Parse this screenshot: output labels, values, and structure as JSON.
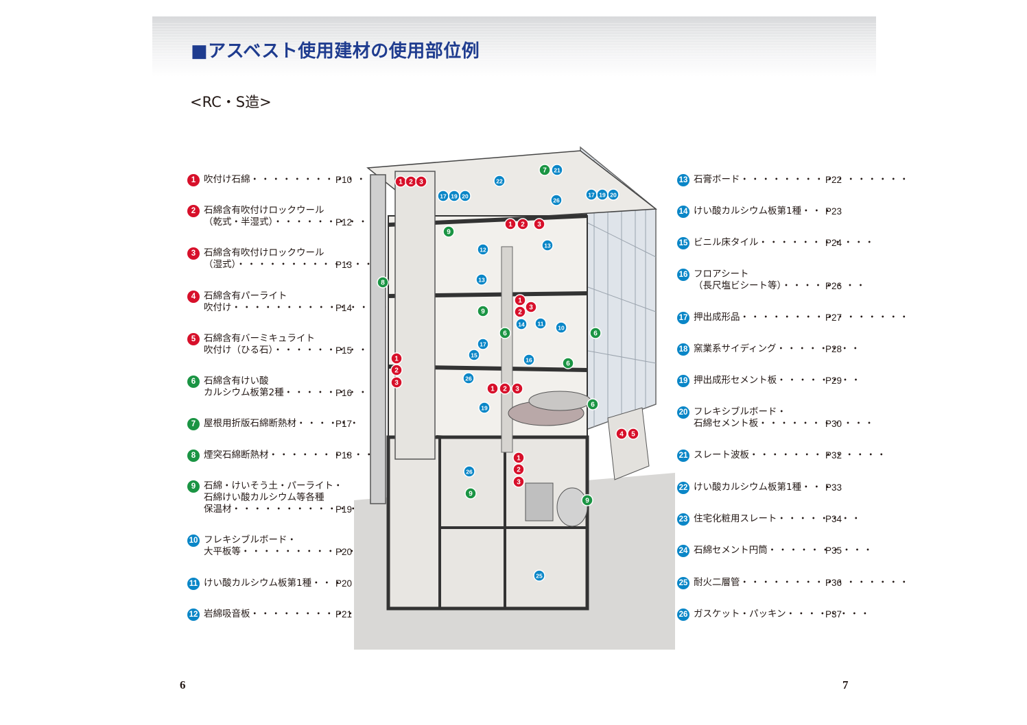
{
  "header": {
    "title": "■アスベスト使用建材の使用部位例",
    "subtitle": "<RC・S造>"
  },
  "colors": {
    "red": "#d7102a",
    "green": "#1a9443",
    "blue": "#0a86c7",
    "title": "#1f3c8f"
  },
  "left_items": [
    {
      "num": "1",
      "color": "red",
      "lines": [
        "吹付け石綿"
      ],
      "dots": "・・・・・・・・・・・・・・・・",
      "page": "P10"
    },
    {
      "num": "2",
      "color": "red",
      "lines": [
        "石綿含有吹付けロックウール",
        "（乾式・半湿式）"
      ],
      "dots": "・・・・・・・・・・・・",
      "page": "P12"
    },
    {
      "num": "3",
      "color": "red",
      "lines": [
        "石綿含有吹付けロックウール",
        "（湿式）"
      ],
      "dots": "・・・・・・・・・・・・・・・・・・・",
      "page": "P13"
    },
    {
      "num": "4",
      "color": "red",
      "lines": [
        "石綿含有パーライト",
        "吹付け"
      ],
      "dots": "・・・・・・・・・・・・・・・・・・・",
      "page": "P14"
    },
    {
      "num": "5",
      "color": "red",
      "lines": [
        "石綿含有バーミキュライト",
        "吹付け（ひる石）"
      ],
      "dots": "・・・・・・・・・・・",
      "page": "P15"
    },
    {
      "num": "6",
      "color": "green",
      "lines": [
        "石綿含有けい酸",
        "カルシウム板第2種"
      ],
      "dots": "・・・・・・・・・",
      "page": "P16"
    },
    {
      "num": "7",
      "color": "green",
      "lines": [
        "屋根用折版石綿断熱材"
      ],
      "dots": "・・・・・・",
      "page": "P17"
    },
    {
      "num": "8",
      "color": "green",
      "lines": [
        "煙突石綿断熱材"
      ],
      "dots": "・・・・・・・・・・・",
      "page": "P18"
    },
    {
      "num": "9",
      "color": "green",
      "lines": [
        "石綿・けいそう土・パーライト・",
        "石綿けい酸カルシウム等各種",
        "保温材"
      ],
      "dots": "・・・・・・・・・・・・・・・・・・・",
      "page": "P19"
    },
    {
      "num": "10",
      "color": "blue",
      "lines": [
        "フレキシブルボード・",
        "大平板等"
      ],
      "dots": "・・・・・・・・・・・・・・・・・",
      "page": "P20"
    },
    {
      "num": "11",
      "color": "blue",
      "lines": [
        "けい酸カルシウム板第1種"
      ],
      "dots": "・・・",
      "page": "P20"
    },
    {
      "num": "12",
      "color": "blue",
      "lines": [
        "岩綿吸音板"
      ],
      "dots": "・・・・・・・・・・・・・・・・",
      "page": "P21"
    }
  ],
  "right_items": [
    {
      "num": "13",
      "color": "blue",
      "lines": [
        "石膏ボード"
      ],
      "dots": "・・・・・・・・・・・・・・・・",
      "page": "P22"
    },
    {
      "num": "14",
      "color": "blue",
      "lines": [
        "けい酸カルシウム板第1種"
      ],
      "dots": "・・・",
      "page": "P23"
    },
    {
      "num": "15",
      "color": "blue",
      "lines": [
        "ビニル床タイル"
      ],
      "dots": "・・・・・・・・・・・",
      "page": "P24"
    },
    {
      "num": "16",
      "color": "blue",
      "lines": [
        "フロアシート",
        "（長尺塩ビシート等）"
      ],
      "dots": "・・・・・・・・",
      "page": "P26"
    },
    {
      "num": "17",
      "color": "blue",
      "lines": [
        "押出成形品"
      ],
      "dots": "・・・・・・・・・・・・・・・・",
      "page": "P27"
    },
    {
      "num": "18",
      "color": "blue",
      "lines": [
        "窯業系サイディング"
      ],
      "dots": "・・・・・・・・",
      "page": "P28"
    },
    {
      "num": "19",
      "color": "blue",
      "lines": [
        "押出成形セメント板"
      ],
      "dots": "・・・・・・・・",
      "page": "P29"
    },
    {
      "num": "20",
      "color": "blue",
      "lines": [
        "フレキシブルボード・",
        "石綿セメント板"
      ],
      "dots": "・・・・・・・・・・・",
      "page": "P30"
    },
    {
      "num": "21",
      "color": "blue",
      "lines": [
        "スレート波板"
      ],
      "dots": "・・・・・・・・・・・・・",
      "page": "P32"
    },
    {
      "num": "22",
      "color": "blue",
      "lines": [
        "けい酸カルシウム板第1種"
      ],
      "dots": "・・・",
      "page": "P33"
    },
    {
      "num": "23",
      "color": "blue",
      "lines": [
        "住宅化粧用スレート"
      ],
      "dots": "・・・・・・・・",
      "page": "P34"
    },
    {
      "num": "24",
      "color": "blue",
      "lines": [
        "石綿セメント円筒"
      ],
      "dots": "・・・・・・・・・・",
      "page": "P35"
    },
    {
      "num": "25",
      "color": "blue",
      "lines": [
        "耐火二層管"
      ],
      "dots": "・・・・・・・・・・・・・・・・",
      "page": "P36"
    },
    {
      "num": "26",
      "color": "blue",
      "lines": [
        "ガスケット・パッキン"
      ],
      "dots": "・・・・・・・・",
      "page": "P37"
    }
  ],
  "markers": [
    {
      "n": "1",
      "c": "red"
    },
    {
      "n": "2",
      "c": "red"
    },
    {
      "n": "3",
      "c": "red"
    },
    {
      "n": "22",
      "c": "blue"
    },
    {
      "n": "7",
      "c": "green"
    },
    {
      "n": "21",
      "c": "blue"
    },
    {
      "n": "17",
      "c": "blue"
    },
    {
      "n": "19",
      "c": "blue"
    },
    {
      "n": "20",
      "c": "blue"
    },
    {
      "n": "26",
      "c": "blue"
    },
    {
      "n": "17",
      "c": "blue"
    },
    {
      "n": "19",
      "c": "blue"
    },
    {
      "n": "20",
      "c": "blue"
    },
    {
      "n": "9",
      "c": "green"
    },
    {
      "n": "1",
      "c": "red"
    },
    {
      "n": "2",
      "c": "red"
    },
    {
      "n": "3",
      "c": "red"
    },
    {
      "n": "12",
      "c": "blue"
    },
    {
      "n": "13",
      "c": "blue"
    },
    {
      "n": "8",
      "c": "green"
    },
    {
      "n": "13",
      "c": "blue"
    },
    {
      "n": "1",
      "c": "red"
    },
    {
      "n": "3",
      "c": "red"
    },
    {
      "n": "9",
      "c": "green"
    },
    {
      "n": "2",
      "c": "red"
    },
    {
      "n": "14",
      "c": "blue"
    },
    {
      "n": "11",
      "c": "blue"
    },
    {
      "n": "10",
      "c": "blue"
    },
    {
      "n": "6",
      "c": "green"
    },
    {
      "n": "6",
      "c": "green"
    },
    {
      "n": "17",
      "c": "blue"
    },
    {
      "n": "15",
      "c": "blue"
    },
    {
      "n": "16",
      "c": "blue"
    },
    {
      "n": "6",
      "c": "green"
    },
    {
      "n": "1",
      "c": "red"
    },
    {
      "n": "2",
      "c": "red"
    },
    {
      "n": "3",
      "c": "red"
    },
    {
      "n": "26",
      "c": "blue"
    },
    {
      "n": "1",
      "c": "red"
    },
    {
      "n": "2",
      "c": "red"
    },
    {
      "n": "3",
      "c": "red"
    },
    {
      "n": "19",
      "c": "blue"
    },
    {
      "n": "6",
      "c": "green"
    },
    {
      "n": "4",
      "c": "red"
    },
    {
      "n": "5",
      "c": "red"
    },
    {
      "n": "1",
      "c": "red"
    },
    {
      "n": "26",
      "c": "blue"
    },
    {
      "n": "2",
      "c": "red"
    },
    {
      "n": "3",
      "c": "red"
    },
    {
      "n": "9",
      "c": "green"
    },
    {
      "n": "9",
      "c": "green"
    },
    {
      "n": "25",
      "c": "blue"
    }
  ],
  "page_numbers": {
    "left": "6",
    "right": "7"
  }
}
